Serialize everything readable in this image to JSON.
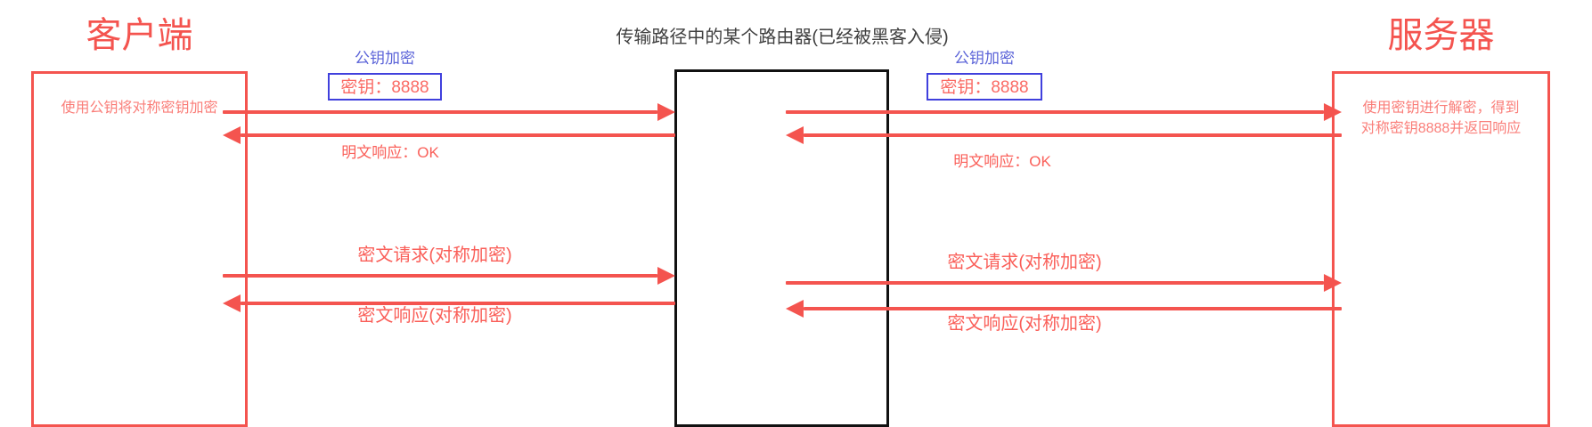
{
  "diagram": {
    "title_router": "传输路径中的某个路由器(已经被黑客入侵)",
    "background": "#ffffff",
    "accent_red": "#f4544f",
    "accent_blue": "#4040dd",
    "accent_black": "#111111"
  },
  "client": {
    "title": "客户端",
    "note": "使用公钥将对称密钥加密"
  },
  "server": {
    "title": "服务器",
    "note": "使用密钥进行解密，得到\n对称密钥8888并返回响应"
  },
  "key_left": {
    "caption": "公钥加密",
    "value": "密钥：8888"
  },
  "key_right": {
    "caption": "公钥加密",
    "value": "密钥：8888"
  },
  "messages": {
    "left_req_1": "",
    "left_resp_1": "明文响应：OK",
    "left_req_2": "密文请求(对称加密)",
    "left_resp_2": "密文响应(对称加密)",
    "right_req_1": "",
    "right_resp_1": "明文响应：OK",
    "right_req_2": "密文请求(对称加密)",
    "right_resp_2": "密文响应(对称加密)"
  }
}
